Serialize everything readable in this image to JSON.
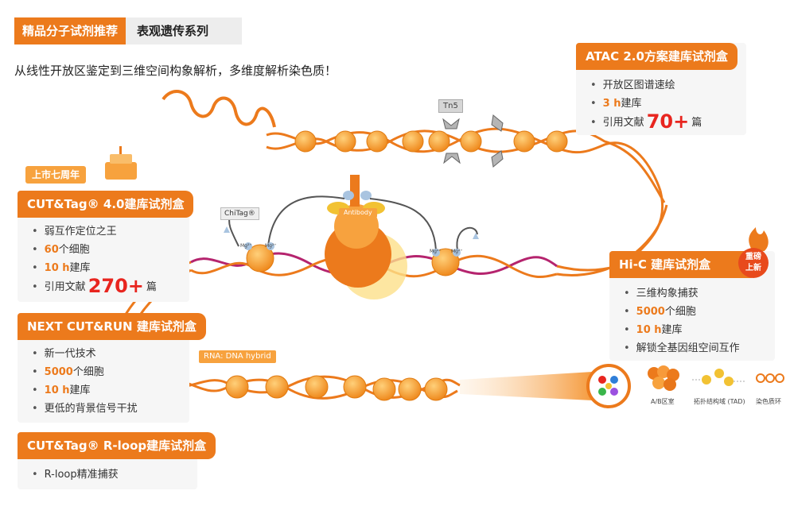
{
  "header": {
    "tag": "精品分子试剂推荐",
    "series": "表观遗传系列"
  },
  "subtitle": "从线性开放区鉴定到三维空间构象解析，多维度解析染色质！",
  "anniversary": "上市七周年",
  "cards": {
    "cuttag": {
      "title": "CUT&Tag® 4.0建库试剂盒",
      "items": [
        "弱互作定位之王"
      ],
      "cells_num": "60",
      "cells_suffix": "个细胞",
      "hours_num": "10 h",
      "hours_suffix": "建库",
      "cite_prefix": "引用文献",
      "cite_num": "270+",
      "cite_suffix": "篇"
    },
    "nextcutrun": {
      "title": "NEXT CUT&RUN 建库试剂盒",
      "item1": "新一代技术",
      "cells_num": "5000",
      "cells_suffix": "个细胞",
      "hours_num": "10 h",
      "hours_suffix": "建库",
      "item4": "更低的背景信号干扰"
    },
    "rloop": {
      "title": "CUT&Tag® R-loop建库试剂盒",
      "item1": "R-loop精准捕获"
    },
    "atac": {
      "title": "ATAC 2.0方案建库试剂盒",
      "item1": "开放区图谱速绘",
      "hours_num": "3 h",
      "hours_suffix": "建库",
      "cite_prefix": "引用文献",
      "cite_num": "70+",
      "cite_suffix": "篇"
    },
    "hic": {
      "title": "Hi-C 建库试剂盒",
      "badge_line1": "重磅",
      "badge_line2": "上新",
      "item1": "三维构象捕获",
      "cells_num": "5000",
      "cells_suffix": "个细胞",
      "hours_num": "10 h",
      "hours_suffix": "建库",
      "item4": "解锁全基因组空间互作"
    }
  },
  "diagram": {
    "tn5": "Tn5",
    "chitag": "ChiTag®",
    "antibody": "Antibody",
    "rna_hybrid": "RNA: DNA hybrid",
    "mg": "Mg²⁺",
    "ab_compartment": "A/B区室",
    "tad": "拓扑结构域 (TAD)",
    "loop": "染色质环"
  },
  "colors": {
    "orange": "#ec7a1c",
    "light_orange": "#f7a23e",
    "red": "#e8251f",
    "magenta": "#b5246e"
  }
}
